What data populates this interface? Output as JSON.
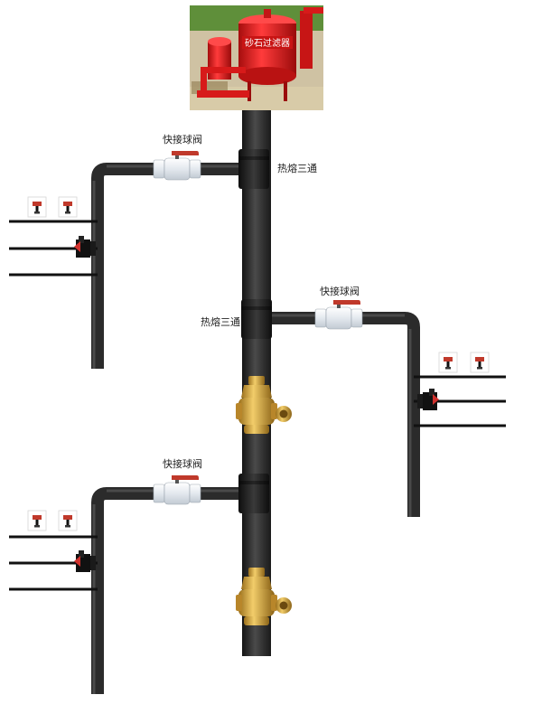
{
  "labels": {
    "tee_upper": "热熔三通",
    "tee_middle": "热熔三通",
    "valve_upper": "快接球阀",
    "valve_middle": "快接球阀",
    "valve_lower": "快接球阀"
  },
  "photo": {
    "tank_label": "砂石过滤器"
  },
  "colors": {
    "pipe": "#2b2b2b",
    "valve_body": "#eef2f6",
    "valve_handle": "#c0392b",
    "brass": "#d4a63a",
    "tank": "#e21b1b"
  }
}
